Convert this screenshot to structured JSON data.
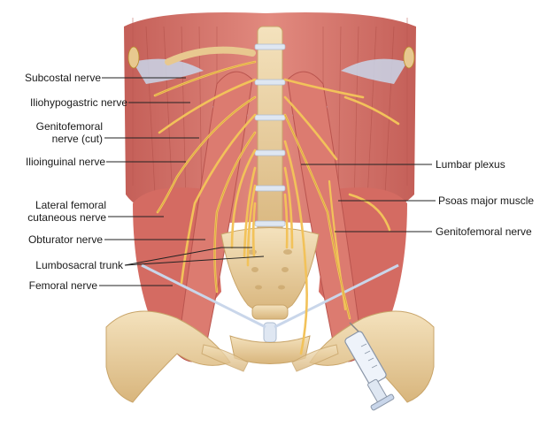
{
  "labels": {
    "subcostal_nerve": "Subcostal nerve",
    "iliohypogastric_nerve": "Iliohypogastric nerve",
    "genitofemoral_cut_line1": "Genitofemoral",
    "genitofemoral_cut_line2": "nerve (cut)",
    "ilioinguinal_nerve": "Ilioinguinal nerve",
    "lateral_femoral_line1": "Lateral femoral",
    "lateral_femoral_line2": "cutaneous nerve",
    "obturator_nerve": "Obturator nerve",
    "lumbosacral_trunk": "Lumbosacral trunk",
    "femoral_nerve": "Femoral nerve",
    "lumbar_plexus": "Lumbar plexus",
    "psoas_major_muscle": "Psoas major muscle",
    "genitofemoral_nerve": "Genitofemoral nerve"
  },
  "colors": {
    "muscle": "#d9736a",
    "muscle_dark": "#b9544e",
    "muscle_light": "#eeb0a4",
    "fascia": "#c9d6ea",
    "bone": "#ecd4a6",
    "bone_shadow": "#c9a56a",
    "nerve": "#f2c25a",
    "nerve_edge": "#b88a28",
    "disc": "#dfe7f2",
    "leader": "#222222"
  }
}
